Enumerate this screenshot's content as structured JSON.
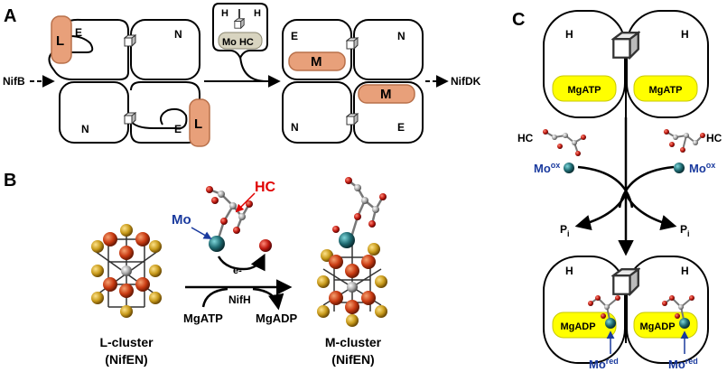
{
  "panels": {
    "a": {
      "letter": "A",
      "input_label": "NifB",
      "output_label": "NifDK",
      "domain_e": "E",
      "domain_n": "N",
      "cofactor_l": "L",
      "cofactor_m": "M",
      "hc_box_h1": "H",
      "hc_box_h2": "H",
      "hc_box_label": "Mo HC"
    },
    "b": {
      "letter": "B",
      "mo_label": "Mo",
      "hc_label": "HC",
      "electron_label": "e-",
      "enzyme_label": "NifH",
      "atp_label": "MgATP",
      "adp_label": "MgADP",
      "left_cluster_line1": "L-cluster",
      "left_cluster_line2": "(NifEN)",
      "right_cluster_line1": "M-cluster",
      "right_cluster_line2": "(NifEN)"
    },
    "c": {
      "letter": "C",
      "domain_h": "H",
      "atp_label": "MgATP",
      "adp_label": "MgADP",
      "hc_label": "HC",
      "mo_ox": "Mo",
      "ox_sup": "ox",
      "mo_red": "Mo",
      "red_sup": "red",
      "pi_label": "P",
      "pi_sub": "i"
    }
  },
  "colors": {
    "cofactor_fill": "#e8a07a",
    "cofactor_stroke": "#b8704a",
    "hc_box_fill": "#d8d4c0",
    "mo_blue": "#1a3a9e",
    "hc_red": "#e00000",
    "atp_yellow": "#ffff00",
    "iron_red": "#c83a12",
    "sulfur_gold": "#c89a1a",
    "mo_teal": "#1f6b72"
  }
}
